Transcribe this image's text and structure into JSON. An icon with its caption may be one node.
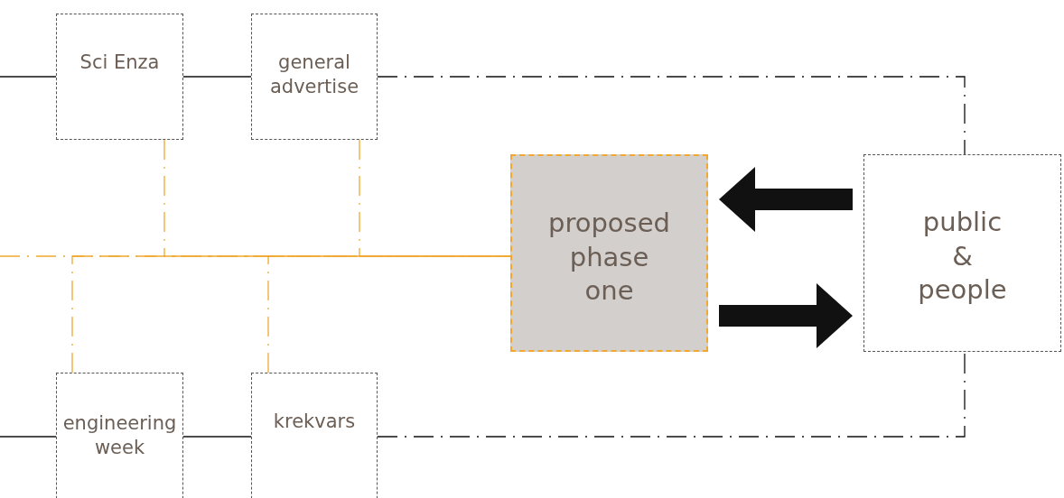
{
  "diagram": {
    "nodes": [
      {
        "text": [
          "Sci Enza"
        ]
      },
      {
        "text": [
          "general advertise"
        ]
      },
      {
        "text": [
          "proposed phase one"
        ]
      },
      {
        "text": [
          "public & people"
        ]
      },
      {
        "text": [
          "engineering week"
        ]
      },
      {
        "text": [
          "krekvars"
        ]
      }
    ],
    "edges": [
      {
        "from": null,
        "to": 0,
        "arrow": "none"
      },
      {
        "from": 0,
        "to": 1,
        "arrow": "none"
      },
      {
        "from": 1,
        "to": 3,
        "arrow": "none",
        "style": "dashed"
      },
      {
        "from": null,
        "to": 4,
        "arrow": "none"
      },
      {
        "from": 4,
        "to": 5,
        "arrow": "none"
      },
      {
        "from": 5,
        "to": 3,
        "arrow": "none",
        "style": "dashed"
      },
      {
        "from": 0,
        "to": 2,
        "arrow": "none",
        "style": "dashed",
        "color": "#f0a830"
      },
      {
        "from": 1,
        "to": 2,
        "arrow": "none",
        "style": "dashed",
        "color": "#f0a830"
      },
      {
        "from": 4,
        "to": 2,
        "arrow": "none",
        "style": "dashed",
        "color": "#f0a830"
      },
      {
        "from": 5,
        "to": 2,
        "arrow": "none",
        "style": "dashed",
        "color": "#f0a830"
      },
      {
        "from": null,
        "to": 2,
        "arrow": "none",
        "style": "dashed",
        "color": "#f0a830"
      },
      {
        "from": 3,
        "to": 2,
        "arrow": "to",
        "style": "thick"
      },
      {
        "from": 2,
        "to": 3,
        "arrow": "to",
        "style": "thick"
      }
    ]
  }
}
